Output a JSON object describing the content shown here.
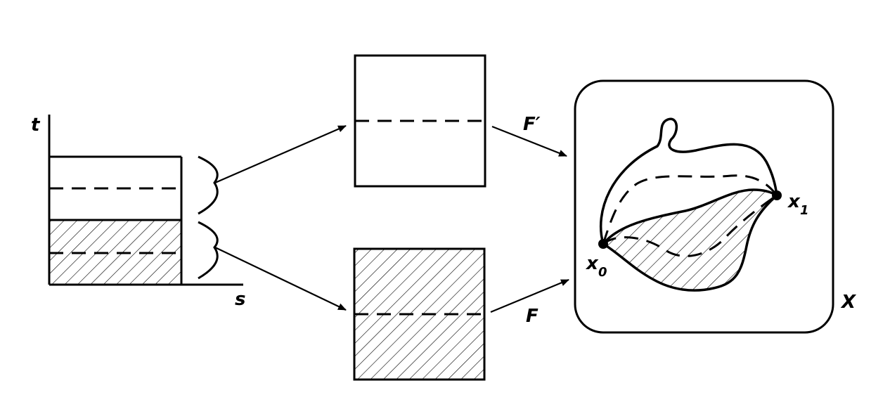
{
  "diagram": {
    "axis_t": "t",
    "axis_s": "s",
    "map_top": "F′",
    "map_bottom": "F",
    "space": "X",
    "point_start": {
      "base": "x",
      "sub": "0"
    },
    "point_end": {
      "base": "x",
      "sub": "1"
    }
  },
  "colors": {
    "ink": "#000000",
    "background": "#ffffff"
  }
}
